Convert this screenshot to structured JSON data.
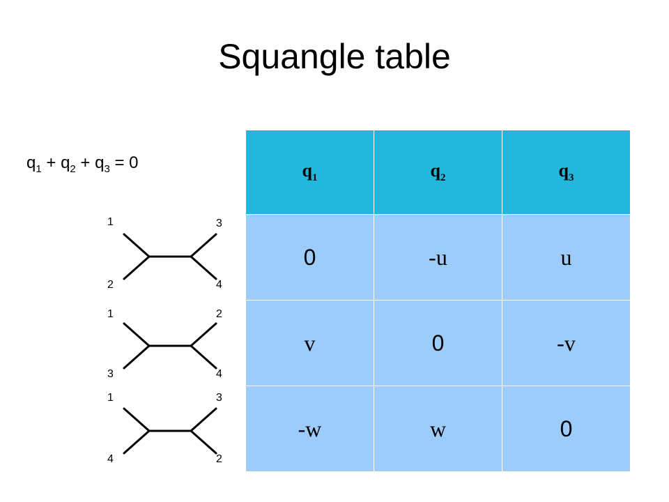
{
  "title": "Squangle table",
  "equation": {
    "q1": "q",
    "s1": "1",
    "plus1": " + ",
    "q2": "q",
    "s2": "2",
    "plus2": " + ",
    "q3": "q",
    "s3": "3",
    "eq": " = 0"
  },
  "diagrams": [
    {
      "tl": "1",
      "tr": "3",
      "bl": "2",
      "br": "4"
    },
    {
      "tl": "1",
      "tr": "2",
      "bl": "3",
      "br": "4"
    },
    {
      "tl": "1",
      "tr": "3",
      "bl": "4",
      "br": "2"
    }
  ],
  "table": {
    "headers": [
      {
        "q": "q",
        "sub": "1"
      },
      {
        "q": "q",
        "sub": "2"
      },
      {
        "q": "q",
        "sub": "3"
      }
    ],
    "rows": [
      [
        "0",
        "-u",
        "u"
      ],
      [
        "v",
        "0",
        "-v"
      ],
      [
        "-w",
        "w",
        "0"
      ]
    ]
  },
  "colors": {
    "header_bg": "#22b8dd",
    "cell_bg": "#9dcbfa"
  }
}
